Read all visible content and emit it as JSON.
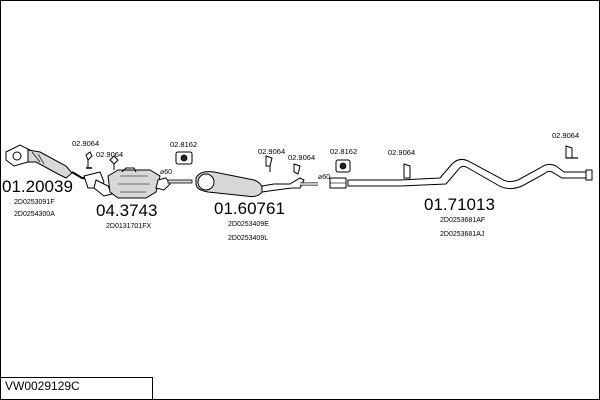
{
  "diagram": {
    "parts": [
      {
        "number": "01.20039",
        "oe": [
          "2D0253091F",
          "2D0254300A"
        ]
      },
      {
        "number": "04.3743",
        "oe": [
          "2D0131701FX"
        ]
      },
      {
        "number": "01.60761",
        "oe": [
          "2D0253409E",
          "2D0253409L"
        ]
      },
      {
        "number": "01.71013",
        "oe": [
          "2D0253681AF",
          "2D0253681AJ"
        ]
      }
    ],
    "accessories": [
      "02.9064",
      "02.9064",
      "02.8162",
      "02.9064",
      "02.9064",
      "02.8162",
      "02.9064",
      "02.9064"
    ],
    "diameters": [
      "⌀60",
      "⌀60"
    ]
  },
  "footer": {
    "system_code": "VW0029129C"
  },
  "colors": {
    "line": "#000000",
    "fill": "#d8d8d8",
    "dark": "#222222"
  }
}
